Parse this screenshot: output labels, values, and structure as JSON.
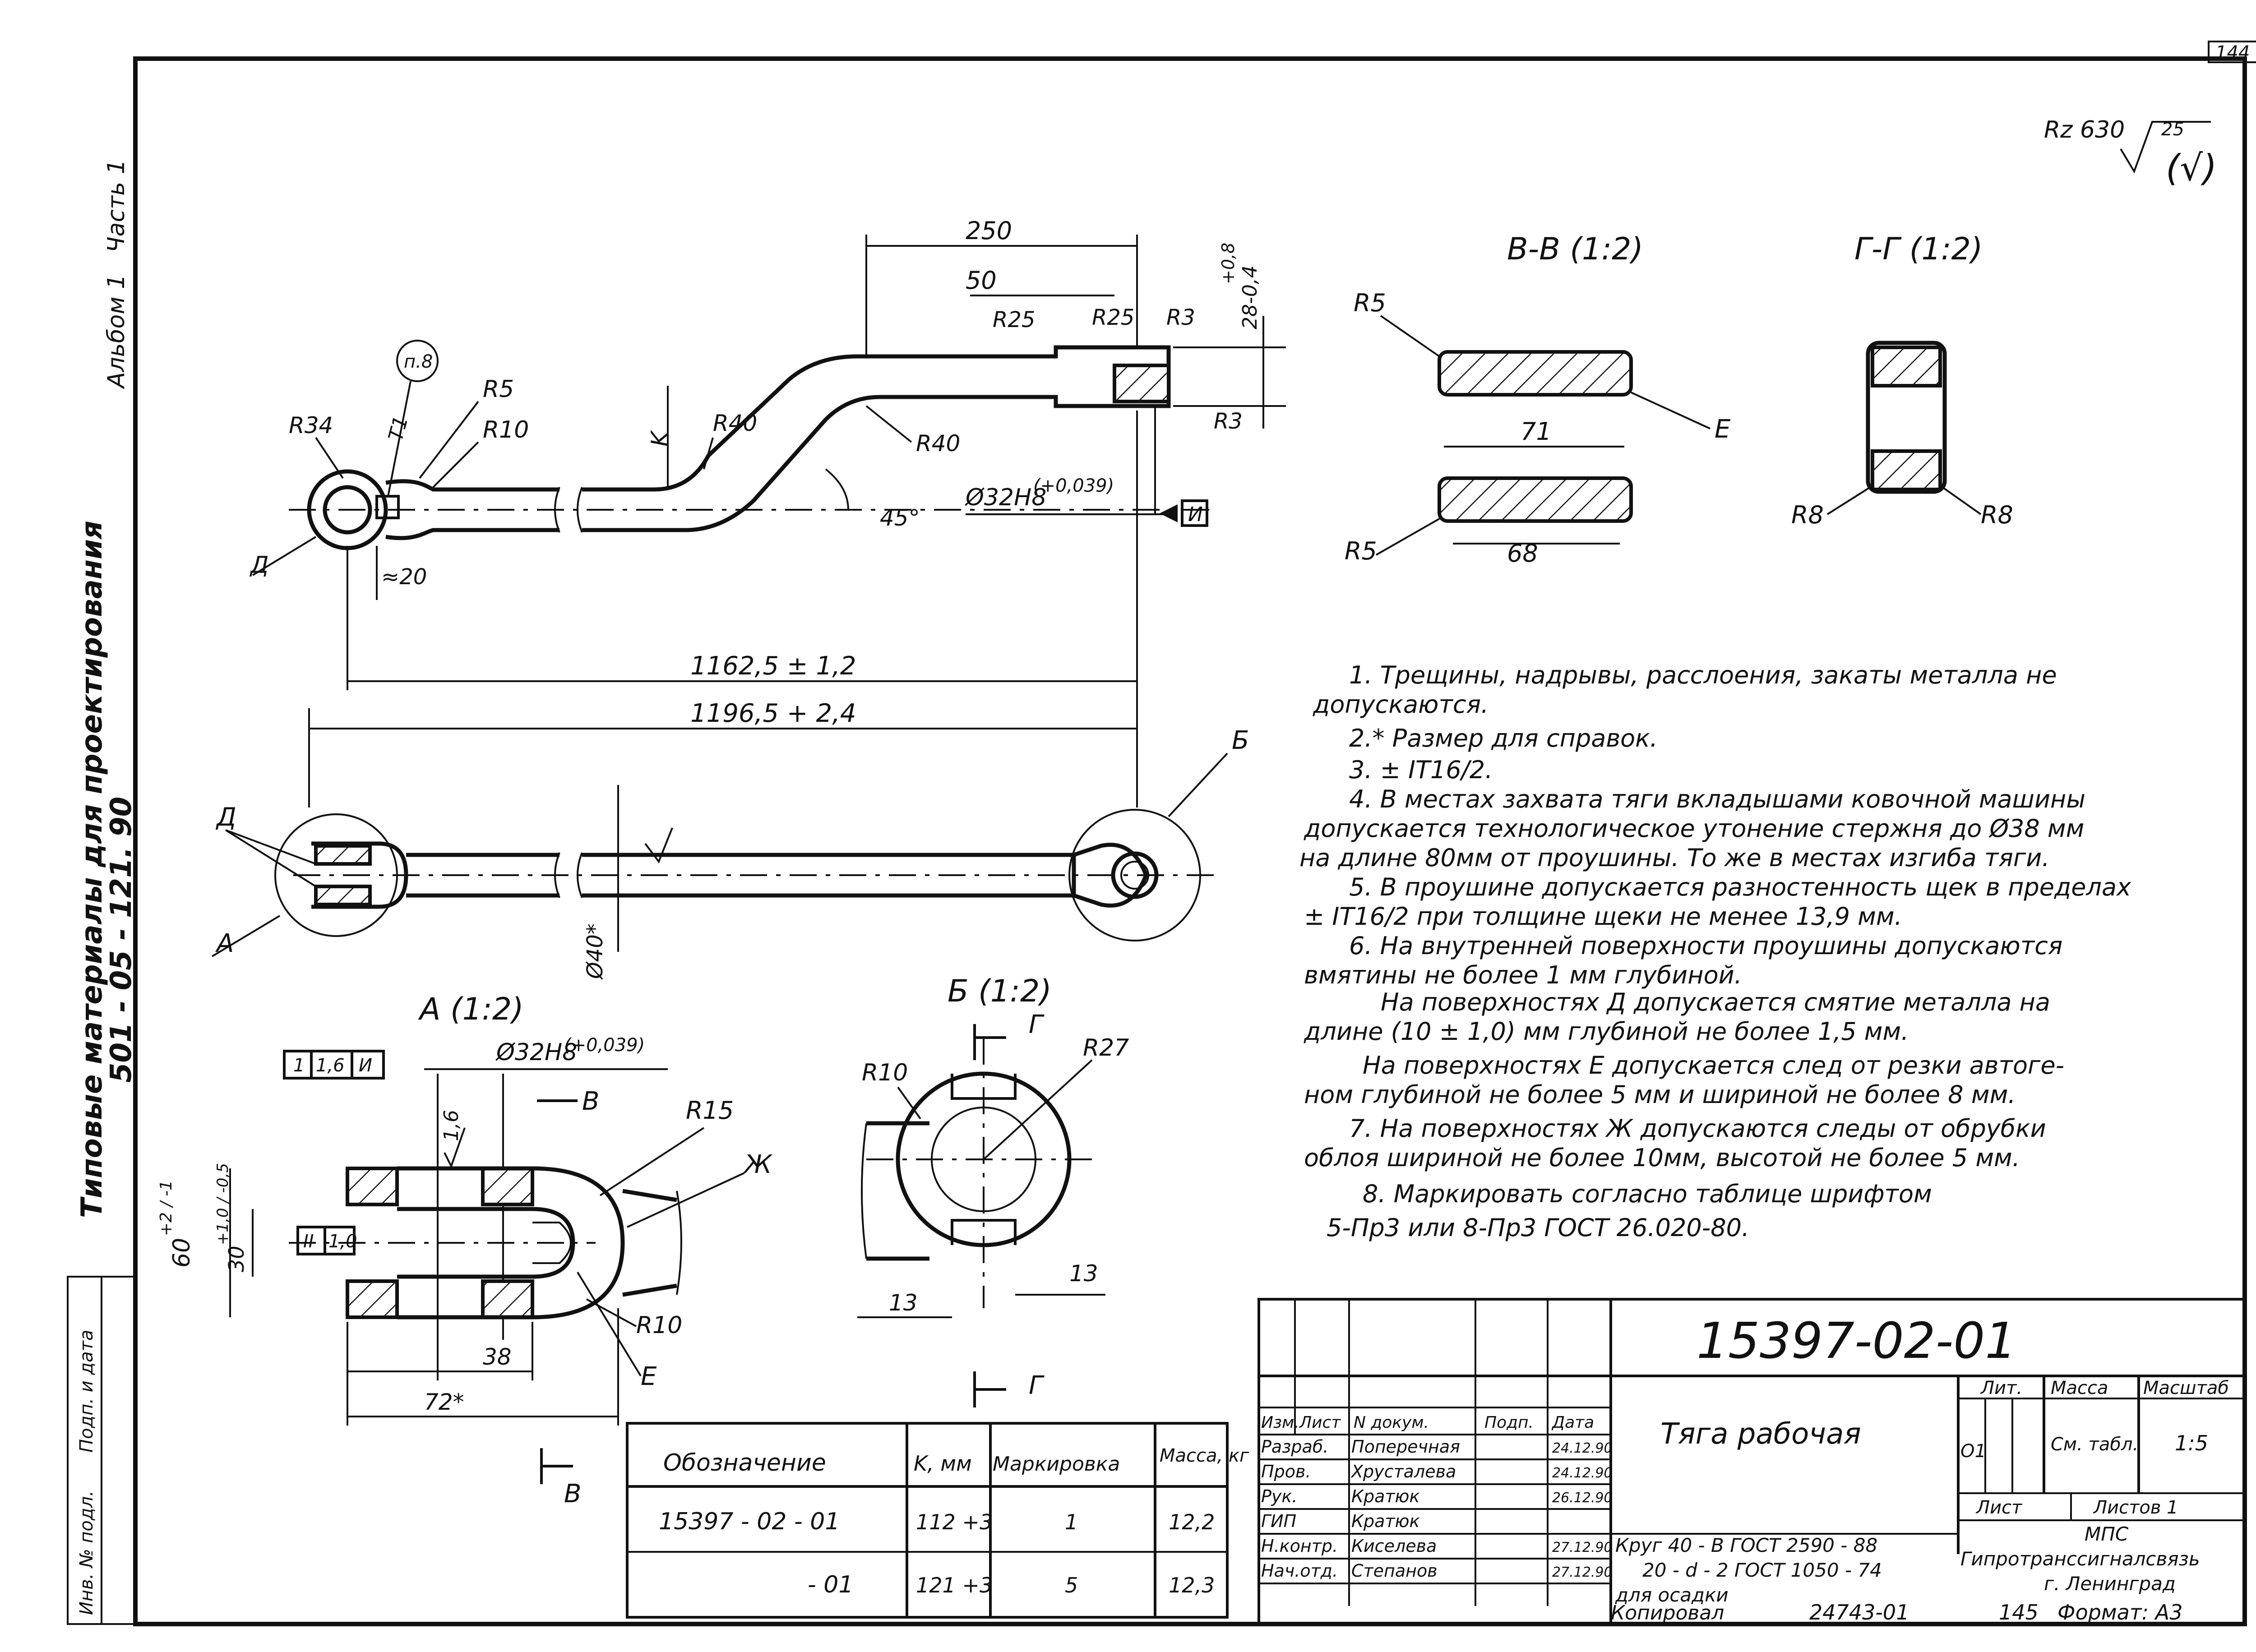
{
  "sheet": {
    "page_number": "144",
    "roughness_main": "Rz 630",
    "roughness_sub": "25",
    "roughness_paren": "(√)",
    "sidebar": {
      "title_line": "Типовые материалы для проектирования",
      "code_line": "501 - 05 - 121. 90",
      "album": "Альбом 1",
      "part": "Часть 1",
      "inv_label": "Инв. № подл.",
      "sign_label": "Подп. и дата"
    }
  },
  "main_view": {
    "dims": {
      "d250": "250",
      "d50": "50",
      "r25a": "R25",
      "r25b": "R25",
      "r3a": "R3",
      "r3b": "R3",
      "d28": "28-0,4",
      "d28tol": "+0,8",
      "r34": "R34",
      "r5": "R5",
      "r10": "R10",
      "r40a": "R40",
      "r40b": "R40",
      "k": "K",
      "angle": "45°",
      "bore": "Ø32H8",
      "bore_tol": "(+0,039)",
      "datum_i": "И",
      "pv": "п.8",
      "t1": "Т1",
      "d_label": "Д",
      "approx20": "≈20",
      "d1162": "1162,5 ± 1,2",
      "d1196": "1196,5 + 2,4"
    }
  },
  "plan_view": {
    "labels": {
      "d": "Д",
      "a": "А",
      "b": "Б",
      "dia40": "Ø40*"
    }
  },
  "section_vv": {
    "title": "В-В (1:2)",
    "r5a": "R5",
    "r5b": "R5",
    "d71": "71",
    "d68": "68",
    "e": "Е"
  },
  "section_gg": {
    "title": "Г-Г (1:2)",
    "r8a": "R8",
    "r8b": "R8"
  },
  "detail_a": {
    "title": "А (1:2)",
    "perp": "1",
    "perp_val": "1,6",
    "perp_ref": "И",
    "par": "II",
    "par_val": "1,0",
    "bore": "Ø32H8",
    "bore_tol": "(+0,039)",
    "d16": "1,6",
    "v": "В",
    "r15": "R15",
    "zh": "Ж",
    "d60": "60",
    "d60tol": "+2 / -1",
    "d30": "30",
    "d30tol": "+1,0 / -0,5",
    "r10": "R10",
    "d38": "38",
    "d72": "72*",
    "e": "Е",
    "v2": "В"
  },
  "detail_b": {
    "title": "Б (1:2)",
    "g": "Г",
    "g2": "Г",
    "r10": "R10",
    "r27": "R27",
    "d13a": "13",
    "d13b": "13"
  },
  "notes": [
    "1. Трещины, надрывы, расслоения, закаты металла не",
    "допускаются.",
    "2.* Размер для справок.",
    "3. ± IT16/2.",
    "4. В местах захвата тяги вкладышами ковочной машины",
    "допускается технологическое утонение стержня до Ø38 мм",
    "на длине 80мм от проушины. То же в местах изгиба тяги.",
    "5. В проушине допускается разностенность щек в пределах",
    "± IT16/2 при толщине щеки не менее 13,9 мм.",
    "6. На внутренней поверхности проушины допускаются",
    "вмятины не более 1 мм глубиной.",
    "На поверхностях Д допускается смятие металла на",
    "длине (10 ± 1,0) мм глубиной не более 1,5 мм.",
    "На поверхностях Е допускается след от резки автоге-",
    "ном глубиной не более 5 мм и шириной не более 8 мм.",
    "7. На поверхностях Ж допускаются следы от обрубки",
    "облоя шириной не более 10мм, высотой не более 5 мм.",
    "8. Маркировать согласно таблице шрифтом",
    "5-Пр3 или 8-Пр3 ГОСТ 26.020-80."
  ],
  "variants_table": {
    "headers": [
      "Обозначение",
      "K, мм",
      "Маркировка",
      "Масса, кг"
    ],
    "rows": [
      [
        "15397 - 02 - 01",
        "112 +3",
        "1",
        "12,2"
      ],
      [
        "- 01",
        "121 +3",
        "5",
        "12,3"
      ]
    ]
  },
  "title_block": {
    "doc_number": "15397-02-01",
    "name": "Тяга рабочая",
    "material_1": "Круг 40 - В ГОСТ 2590 - 88",
    "material_2": "20 - d - 2 ГОСТ 1050 - 74",
    "material_3": "для осадки",
    "lit_label": "Лит.",
    "mass_label": "Масса",
    "scale_label": "Масштаб",
    "lit_value": "О1",
    "mass_value": "См. табл.",
    "scale_value": "1:5",
    "sheet_label": "Лист",
    "sheets_label": "Листов 1",
    "org_1": "МПС",
    "org_2": "Гипротранссигналсвязь",
    "org_3": "г. Ленинград",
    "header": [
      "Изм.",
      "Лист",
      "N докум.",
      "Подп.",
      "Дата"
    ],
    "staff": [
      [
        "Разраб.",
        "Поперечная",
        "24.12.90"
      ],
      [
        "Пров.",
        "Хрусталева",
        "24.12.90"
      ],
      [
        "Рук.",
        "Кратюк",
        "26.12.90"
      ],
      [
        "ГИП",
        "Кратюк",
        ""
      ],
      [
        "Н.контр.",
        "Киселева",
        "27.12.90"
      ],
      [
        "Нач.отд.",
        "Степанов",
        "27.12.90"
      ]
    ],
    "copied_by": "Копировал",
    "copy_number": "24743-01",
    "bottom_num": "145",
    "format": "Формат: А3"
  }
}
